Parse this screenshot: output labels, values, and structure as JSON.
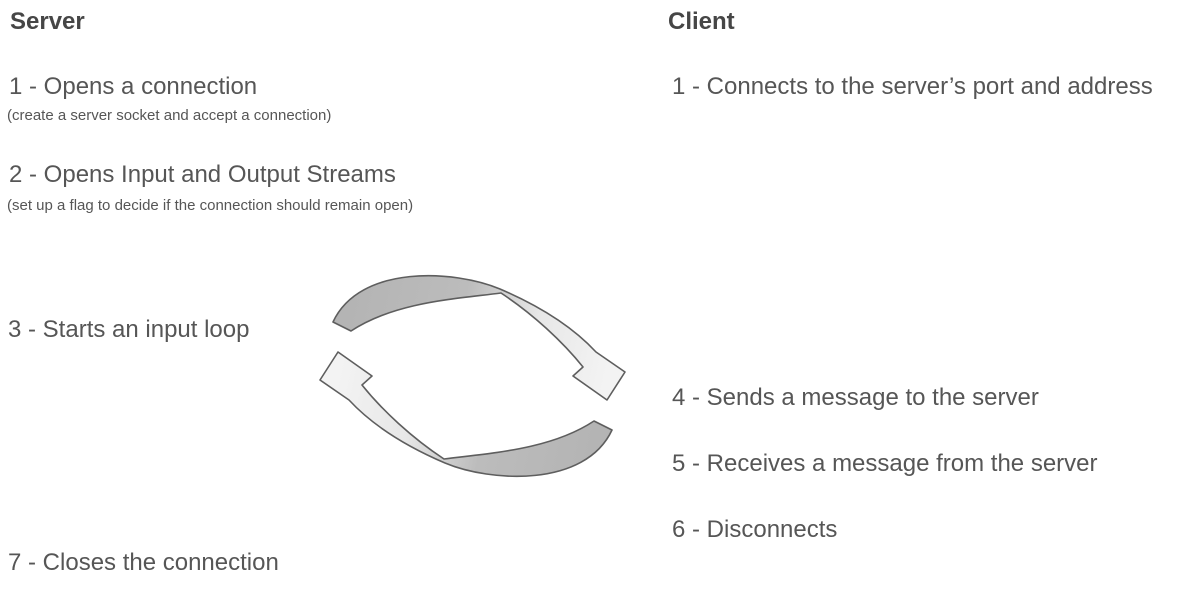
{
  "server": {
    "title": "Server",
    "steps": [
      {
        "label": "1 - Opens a connection",
        "note": "(create a server socket and accept a connection)"
      },
      {
        "label": "2 - Opens Input and Output Streams",
        "note": "(set up a flag to decide if the connection should remain open)"
      },
      {
        "label": "3 - Starts an input loop"
      },
      {
        "label": "7 - Closes the connection"
      }
    ]
  },
  "client": {
    "title": "Client",
    "steps": [
      {
        "label": "1 - Connects to the server’s port and address"
      },
      {
        "label": "4 - Sends a message to the server"
      },
      {
        "label": "5 - Receives a message from the server"
      },
      {
        "label": "6 - Disconnects"
      }
    ]
  },
  "diagram": {
    "cycle_icon": "message-exchange-cycle",
    "arrow_fill_start": "#b3b3b3",
    "arrow_fill_mid": "#bcbcbc",
    "arrow_fill_light": "#e7e7e7",
    "arrow_fill_end": "#f3f3f3",
    "arrow_stroke": "#5e5e5e",
    "heading_color": "#464646",
    "text_color": "#565656"
  }
}
